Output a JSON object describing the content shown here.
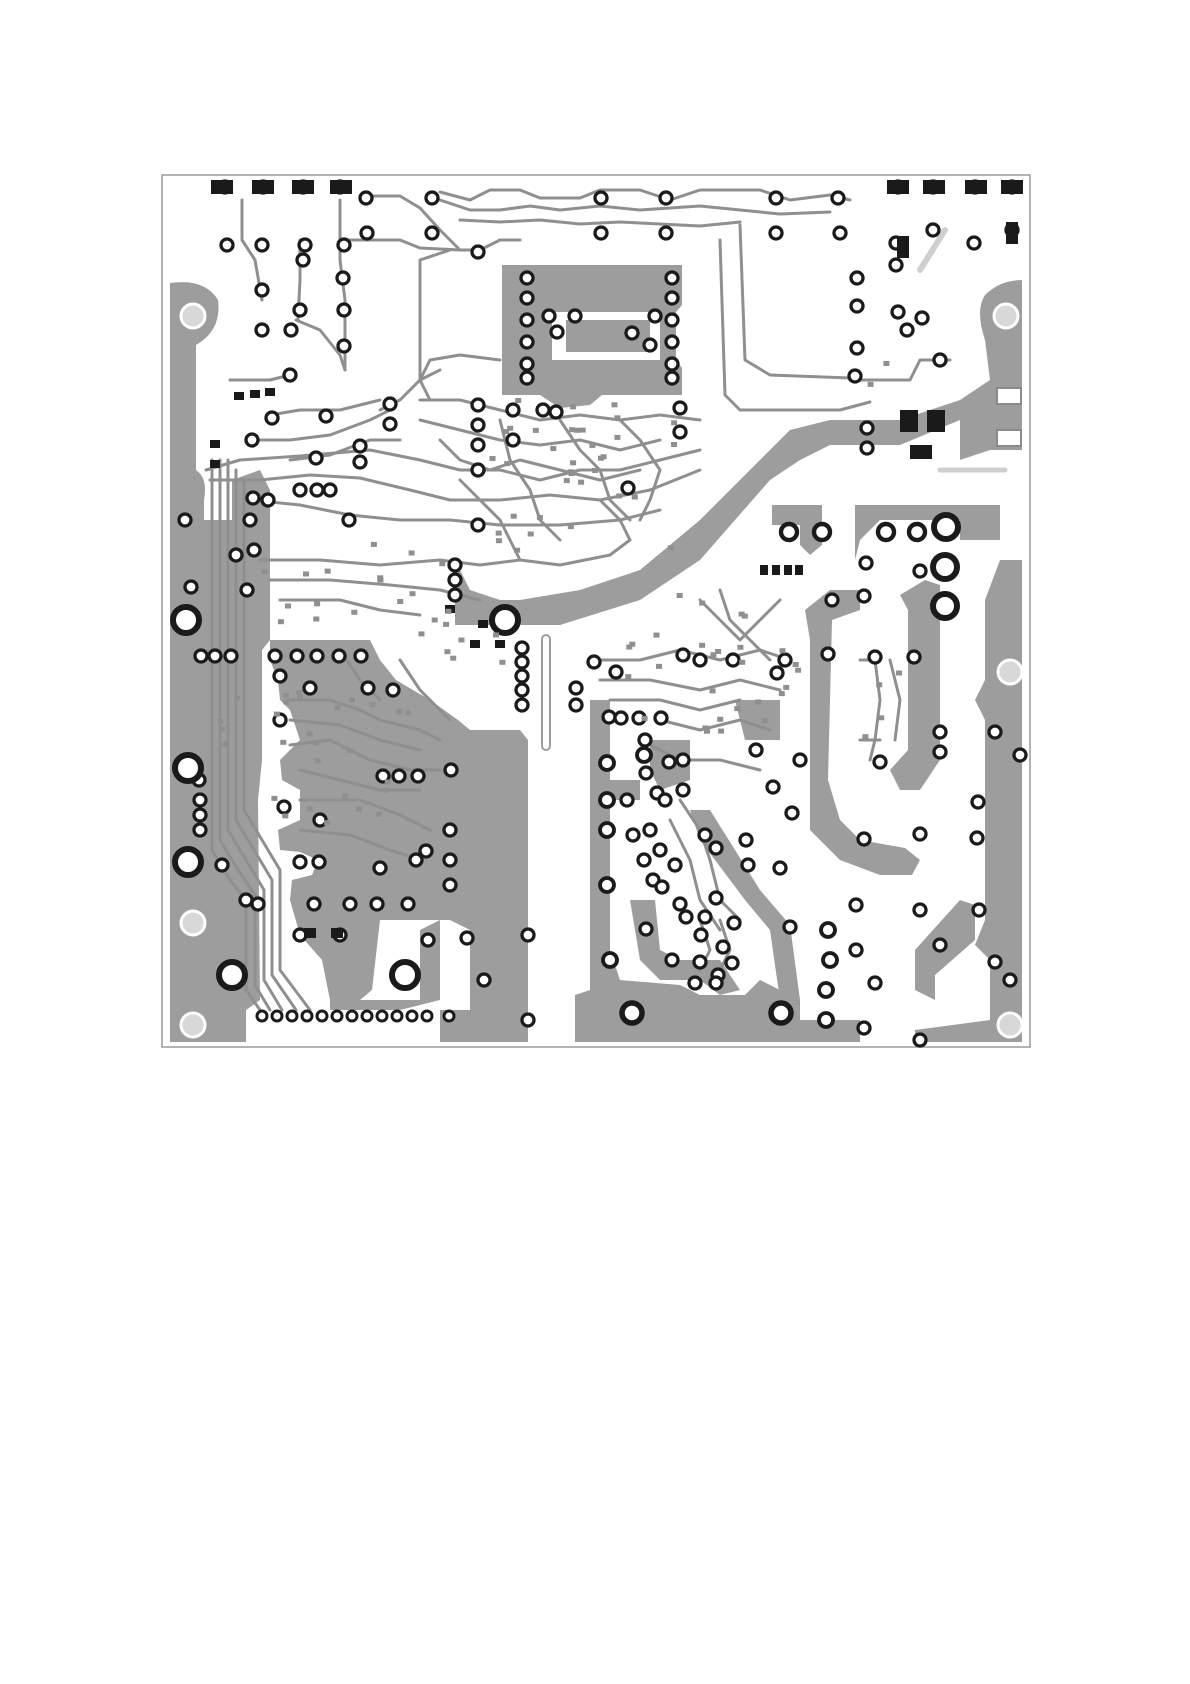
{
  "page": {
    "background": "#ffffff"
  },
  "pcb": {
    "colors": {
      "board": "#ffffff",
      "outline": "#9a9a9a",
      "copper": "#9d9d9d",
      "trace": "#8f8f8f",
      "pad": "#1a1a1a",
      "hole": "#ffffff",
      "mounting_hole": "#d8d8d8",
      "slot": "#ffffff"
    },
    "regions": [
      "left-ground-plane",
      "upper-middle-copper-pour",
      "center-signal-area",
      "lower-left-circuit",
      "lower-middle-circuit",
      "right-power-section",
      "top-connector-row"
    ]
  }
}
